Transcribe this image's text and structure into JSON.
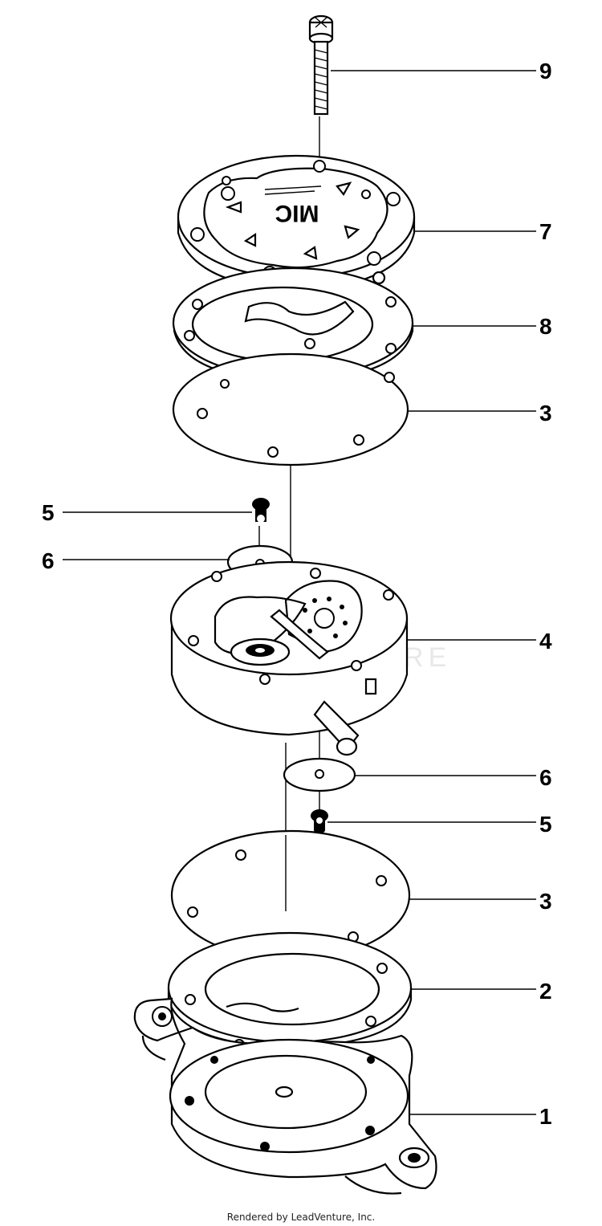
{
  "labels": {
    "p9": "9",
    "p7": "7",
    "p8": "8",
    "p3_top": "3",
    "p5_left": "5",
    "p6_left": "6",
    "p4": "4",
    "p6_right": "6",
    "p5_right": "5",
    "p3_bottom": "3",
    "p2": "2",
    "p1": "1"
  },
  "cover_text": "MIC",
  "watermark": "LEADVENTURE",
  "footer": "Rendered by LeadVenture, Inc."
}
